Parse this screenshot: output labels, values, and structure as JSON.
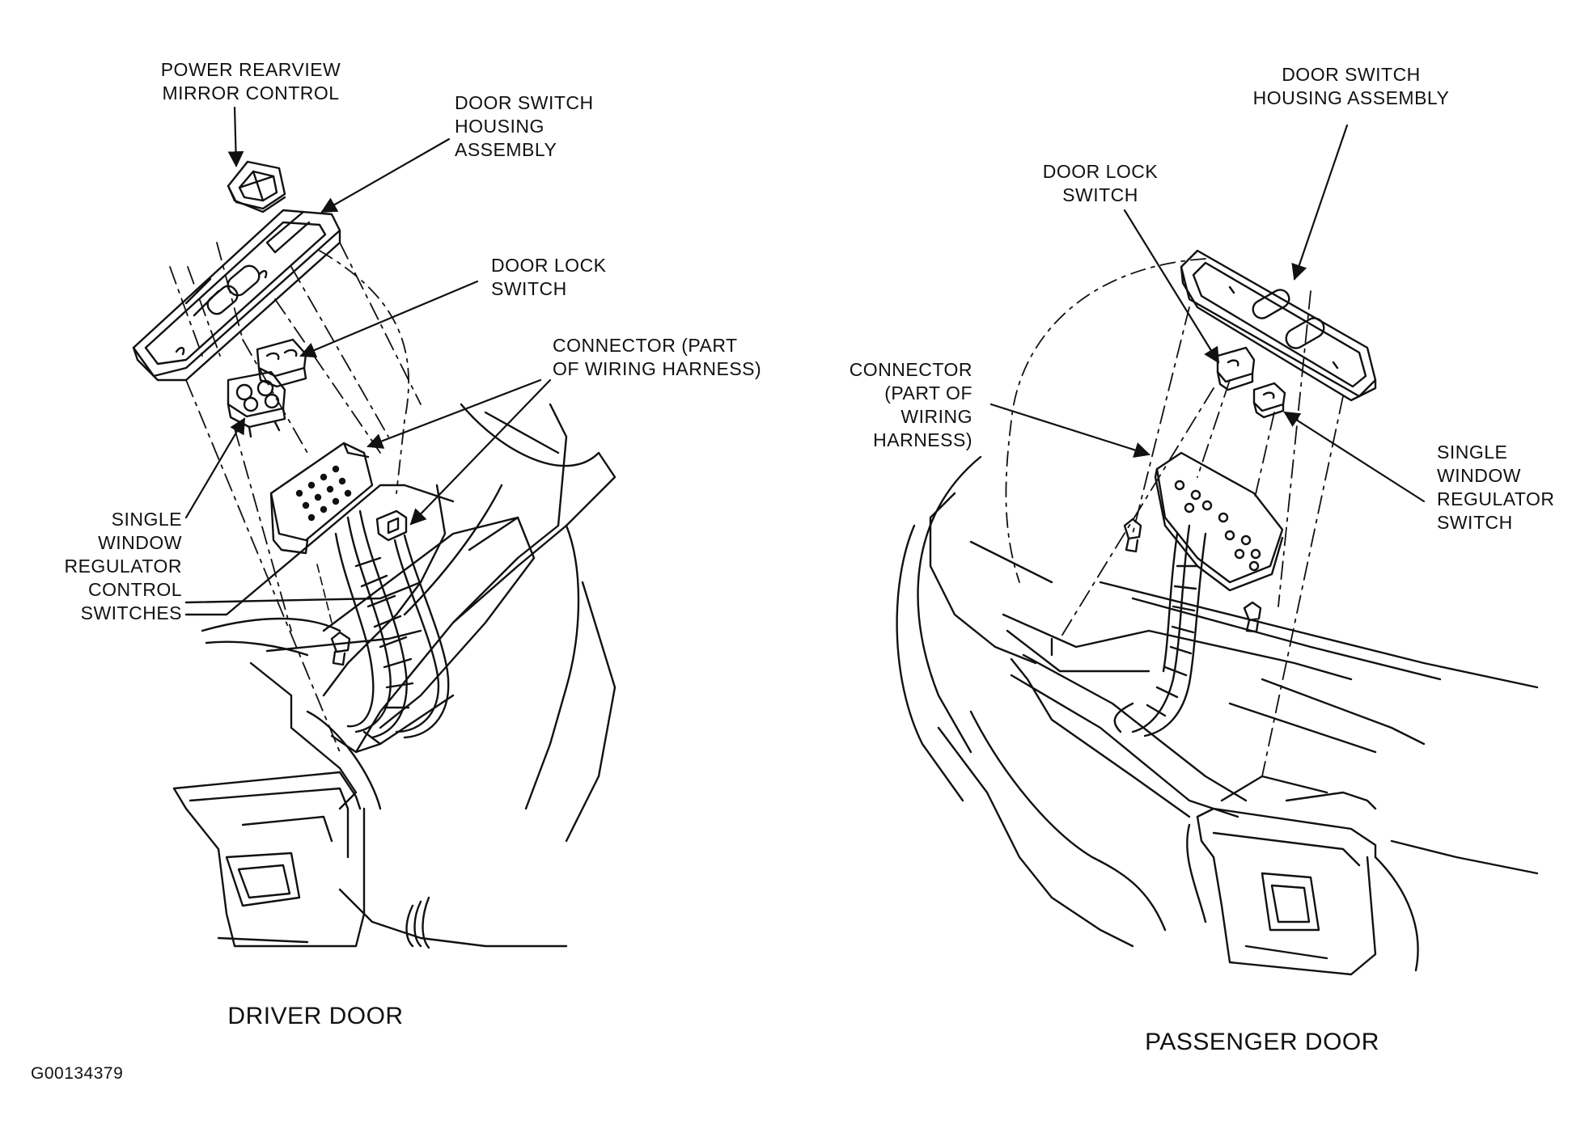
{
  "drawing_id": "G00134379",
  "colors": {
    "ink": "#111111",
    "paper": "#ffffff"
  },
  "driver_door": {
    "caption": "DRIVER DOOR",
    "callouts": {
      "power_mirror_control": [
        "POWER REARVIEW",
        "MIRROR CONTROL"
      ],
      "door_switch_housing": [
        "DOOR SWITCH",
        "HOUSING",
        "ASSEMBLY"
      ],
      "door_lock_switch": [
        "DOOR LOCK",
        "SWITCH"
      ],
      "connector": [
        "CONNECTOR (PART",
        "OF WIRING HARNESS)"
      ],
      "window_switches": [
        "SINGLE",
        "WINDOW",
        "REGULATOR",
        "CONTROL",
        "SWITCHES"
      ]
    }
  },
  "passenger_door": {
    "caption": "PASSENGER DOOR",
    "callouts": {
      "door_switch_housing": [
        "DOOR SWITCH",
        "HOUSING ASSEMBLY"
      ],
      "door_lock_switch": [
        "DOOR LOCK",
        "SWITCH"
      ],
      "connector": [
        "CONNECTOR",
        "(PART OF",
        "WIRING",
        "HARNESS)"
      ],
      "window_switch": [
        "SINGLE",
        "WINDOW",
        "REGULATOR",
        "SWITCH"
      ]
    }
  }
}
